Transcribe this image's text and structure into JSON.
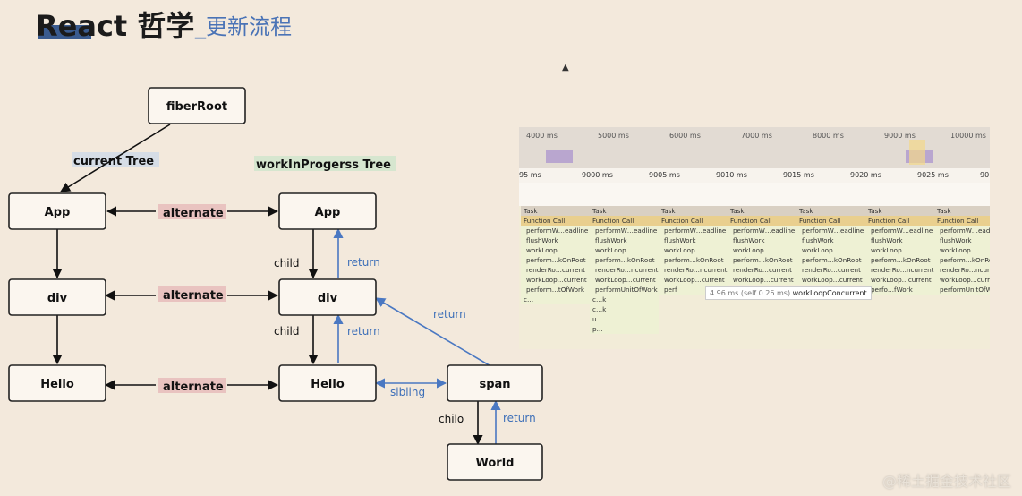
{
  "header": {
    "title": "React 哲学",
    "subtitle": "_更新流程"
  },
  "watermark": "@稀土掘金技术社区",
  "diagram": {
    "tree_labels": {
      "current": "current Tree",
      "wip": "workInProgerss Tree"
    },
    "nodes": {
      "fiberRoot": "fiberRoot",
      "app_left": "App",
      "div_left": "div",
      "hello_left": "Hello",
      "app_right": "App",
      "div_right": "div",
      "hello_right": "Hello",
      "span": "span",
      "world": "World"
    },
    "edge_labels": {
      "alternate": "alternate",
      "child": "child",
      "child_span": "chilo",
      "return": "return",
      "sibling": "sibling"
    },
    "colors": {
      "black": "#111111",
      "blue": "#4a78c2",
      "alt_highlight": "#e9c3c0",
      "current_highlight": "#d6dde6",
      "wip_highlight": "#d6e6cf"
    }
  },
  "flame_chart": {
    "overview_ticks": [
      "4000 ms",
      "5000 ms",
      "6000 ms",
      "7000 ms",
      "8000 ms",
      "9000 ms",
      "10000 ms"
    ],
    "ruler_ticks": [
      "95 ms",
      "9000 ms",
      "9005 ms",
      "9010 ms",
      "9015 ms",
      "9020 ms",
      "9025 ms",
      "90"
    ],
    "columns": [
      [
        "Task",
        "Function Call",
        "performW…eadline",
        "flushWork",
        "workLoop",
        "perform…kOnRoot",
        "renderRo…current",
        "workLoop…current",
        "perform…tOfWork",
        "c…"
      ],
      [
        "Task",
        "Function Call",
        "performW…eadline",
        "flushWork",
        "workLoop",
        "perform…kOnRoot",
        "renderRo…ncurrent",
        "workLoop…current",
        "performUnitOfWork",
        "c…k",
        "c…k",
        "u…",
        "p…"
      ],
      [
        "Task",
        "Function Call",
        "performW…eadline",
        "flushWork",
        "workLoop",
        "perform…kOnRoot",
        "renderRo…ncurrent",
        "workLoop…current",
        "perf"
      ],
      [
        "Task",
        "Function Call",
        "performW…eadline",
        "flushWork",
        "workLoop",
        "perform…kOnRoot",
        "renderRo…current",
        "workLoop…current"
      ],
      [
        "Task",
        "Function Call",
        "performW…eadline",
        "flushWork",
        "workLoop",
        "perform…kOnRoot",
        "renderRo…current",
        "workLoop…current"
      ],
      [
        "Task",
        "Function Call",
        "performW…eadline",
        "flushWork",
        "workLoop",
        "perform…kOnRoot",
        "renderRo…ncurrent",
        "workLoop…current",
        "perfo…fWork"
      ],
      [
        "Task",
        "Function Call",
        "performW…eadline",
        "flushWork",
        "workLoop",
        "perform…kOnRoot",
        "renderRo…ncurrent",
        "workLoop…current",
        "performUnitOfWork"
      ]
    ],
    "tooltip": {
      "time": "4.96 ms (self 0.26 ms)",
      "name": "workLoopConcurrent"
    }
  }
}
